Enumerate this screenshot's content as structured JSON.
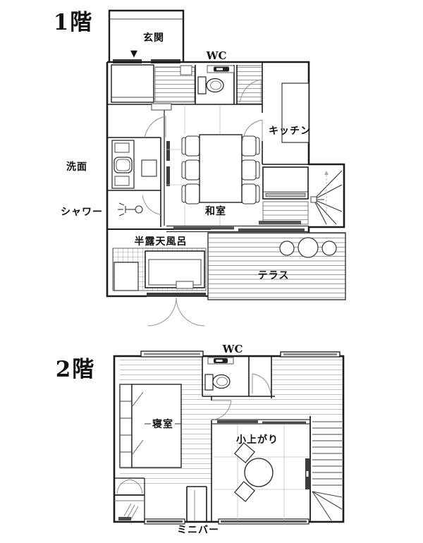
{
  "palette": {
    "wall": "#1c1c1c",
    "thin_line": "#444444",
    "hatch_line": "#999999",
    "floor_line": "#c4c4c4",
    "door_arc": "#8a8a8a",
    "dark_fill": "#3d3d3d",
    "background": "#ffffff"
  },
  "floor1": {
    "title": "1階",
    "entrance_marker": "▼",
    "labels": {
      "genkan": "玄関",
      "wc": "WC",
      "kitchen": "キッチン",
      "washroom": "洗面",
      "shower": "シャワー",
      "washitsu": "和室",
      "open_air_bath": "半露天風呂",
      "terrace": "テラス"
    }
  },
  "floor2": {
    "title": "2階",
    "labels": {
      "wc": "WC",
      "bedroom": "寝室",
      "koagari": "小上がり",
      "minibar": "ミニバー"
    }
  }
}
